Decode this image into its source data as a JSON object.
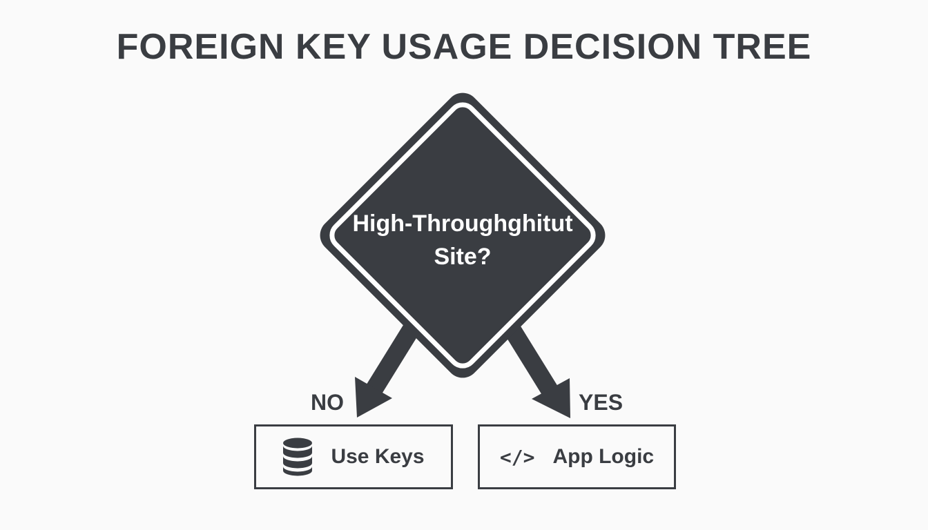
{
  "title": "FOREIGN KEY USAGE DECISION TREE",
  "decision": {
    "line1": "High-Throughghitut",
    "line2": "Site?"
  },
  "branches": {
    "no": {
      "label": "NO",
      "outcome": "Use Keys",
      "icon": "database-icon"
    },
    "yes": {
      "label": "YES",
      "outcome": "App Logic",
      "icon": "code-icon",
      "icon_glyph": "</>"
    }
  },
  "colors": {
    "dark": "#3a3d42",
    "background": "#fafafa",
    "text_on_dark": "#ffffff"
  }
}
